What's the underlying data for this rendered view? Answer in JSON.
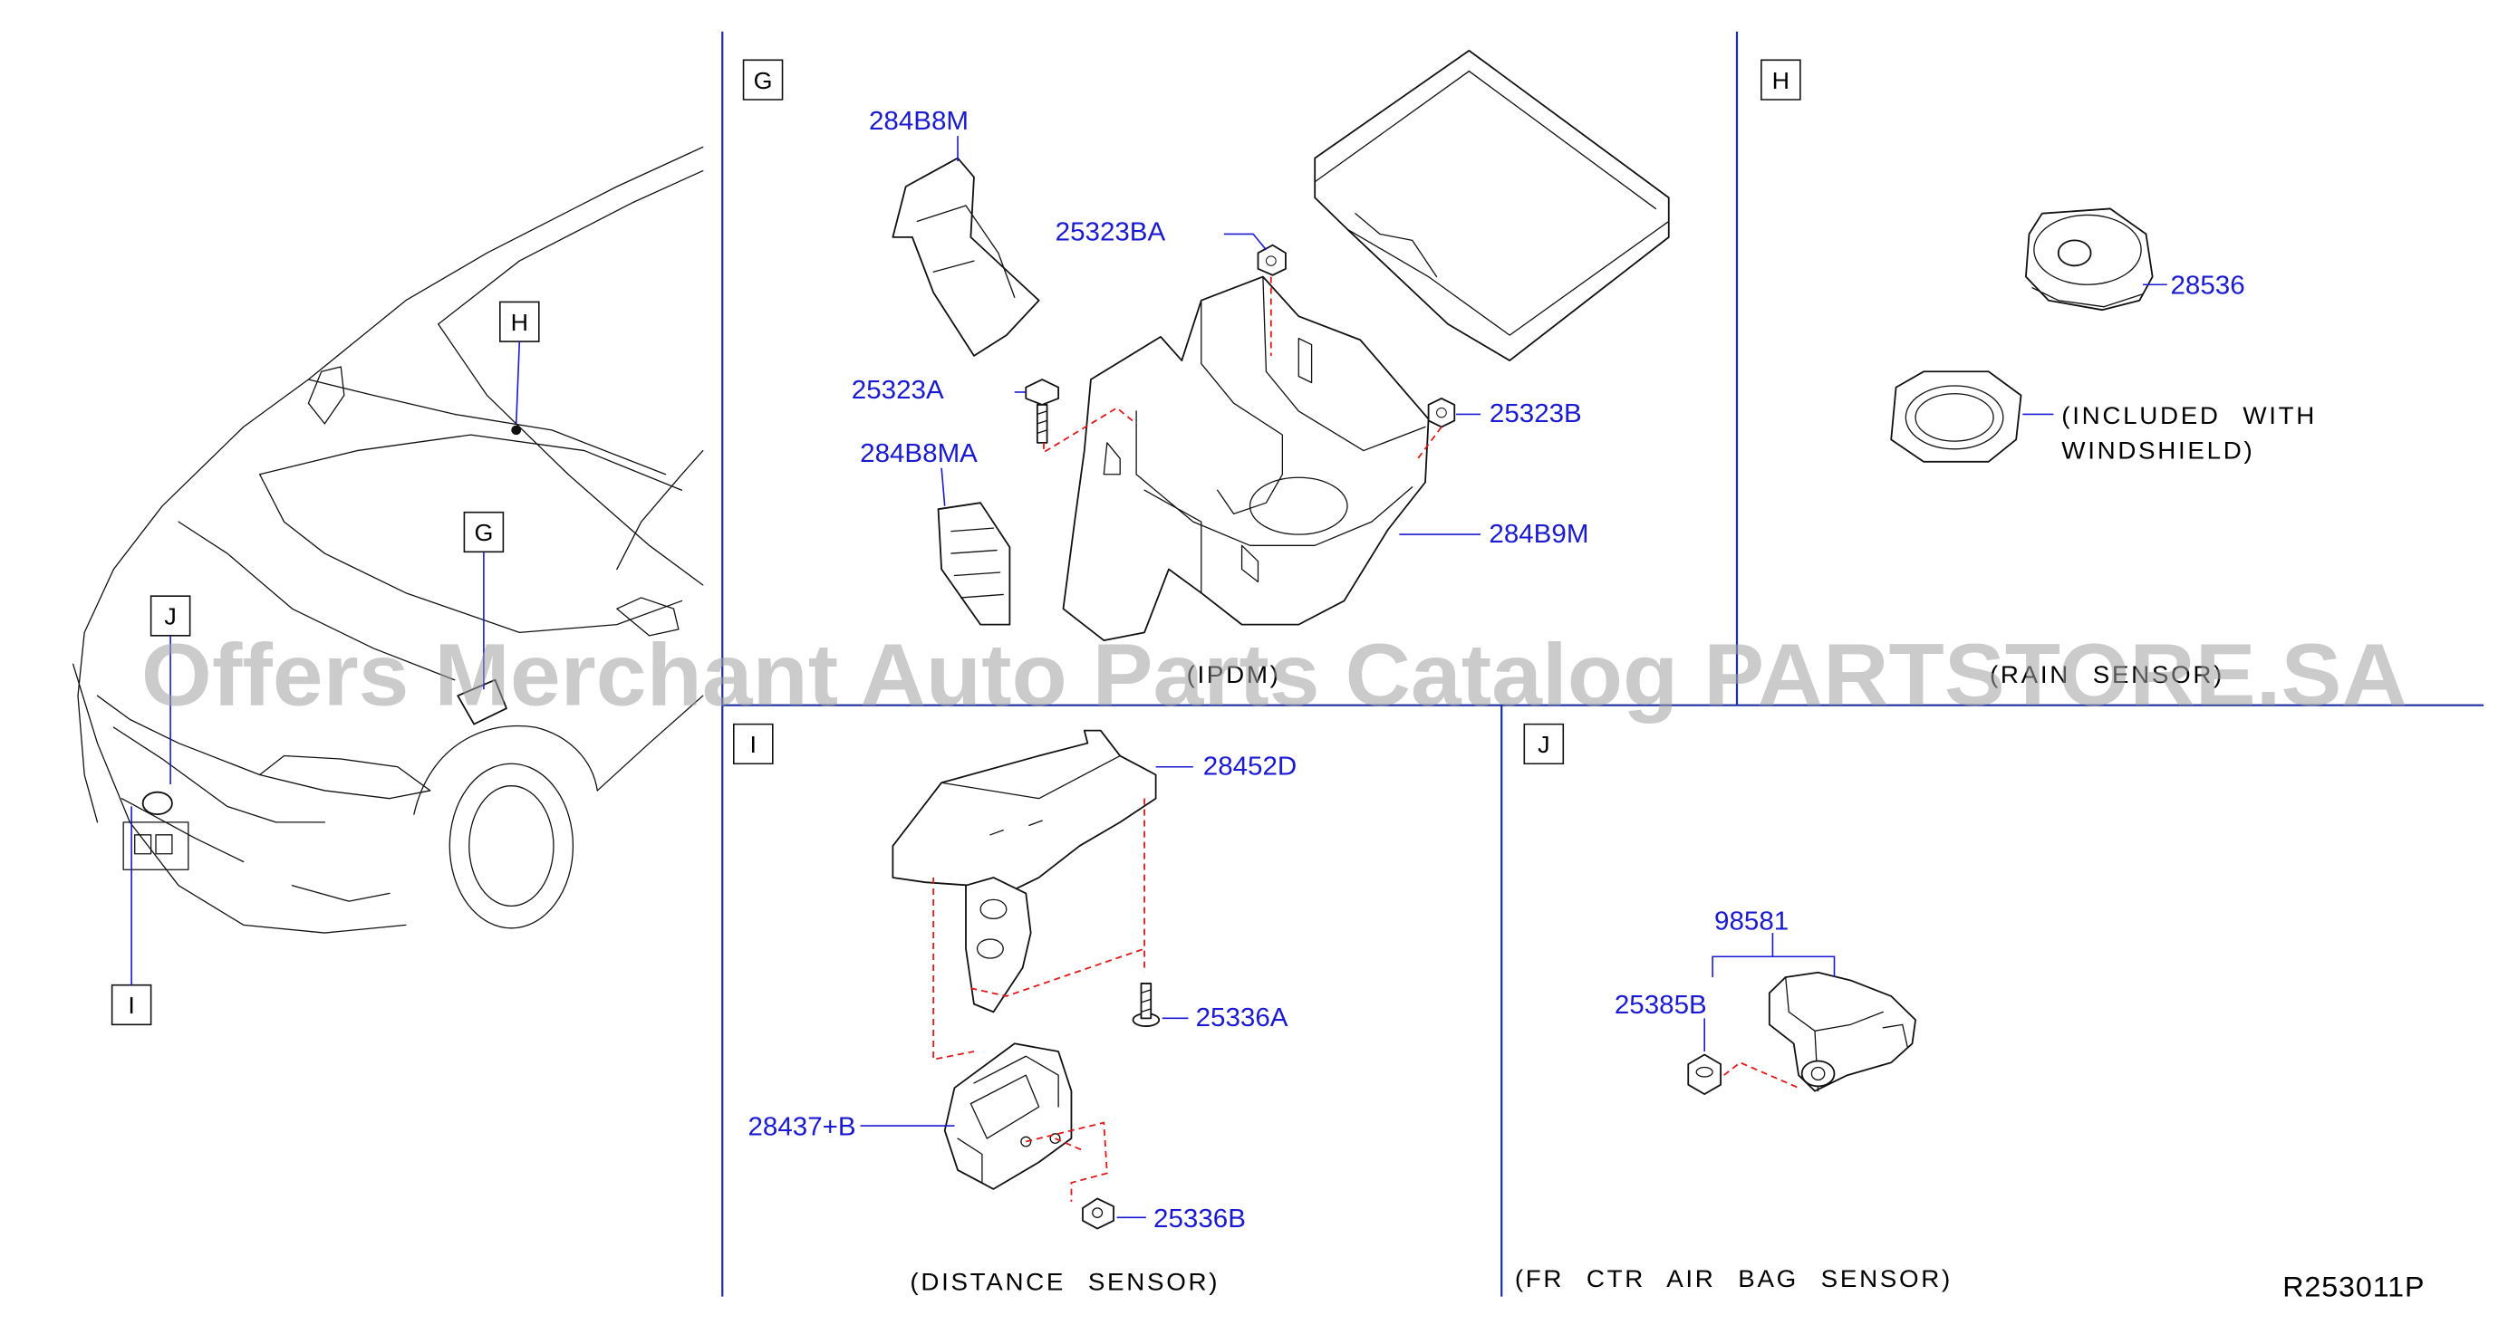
{
  "watermark": "Offers Merchant Auto Parts Catalog PARTSTORE.SA",
  "figure_ref": "R253011P",
  "overview": {
    "callouts": [
      "H",
      "G",
      "J",
      "I"
    ]
  },
  "panels": {
    "G": {
      "letter": "G",
      "caption": "(IPDM)",
      "parts": [
        "284B8M",
        "25323BA",
        "25323A",
        "284B8MA",
        "25323B",
        "284B9M"
      ]
    },
    "H": {
      "letter": "H",
      "caption": "(RAIN SENSOR)",
      "parts": [
        "28536"
      ],
      "note_line1": "(INCLUDED WITH",
      "note_line2": "WINDSHIELD)"
    },
    "I": {
      "letter": "I",
      "caption": "(DISTANCE SENSOR)",
      "parts": [
        "28452D",
        "25336A",
        "28437+B",
        "25336B"
      ]
    },
    "J": {
      "letter": "J",
      "caption": "(FR CTR AIR BAG SENSOR)",
      "parts": [
        "98581",
        "25385B"
      ]
    }
  },
  "colors": {
    "label_blue": "#1a1ad0",
    "divider_blue": "#1a2fa0",
    "dashed_red": "#e01818",
    "line_art": "#111111"
  }
}
